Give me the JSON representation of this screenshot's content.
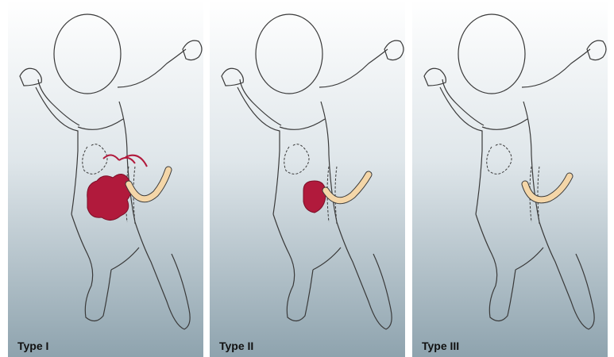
{
  "panels": [
    {
      "label": "Type I"
    },
    {
      "label": "Type II"
    },
    {
      "label": "Type III"
    }
  ],
  "colors": {
    "bg_top": "#ffffff",
    "bg_bottom": "#8ea3ae",
    "outline": "#3a3a3a",
    "intestine": "#b11a3c",
    "cord": "#f4d6a8"
  }
}
